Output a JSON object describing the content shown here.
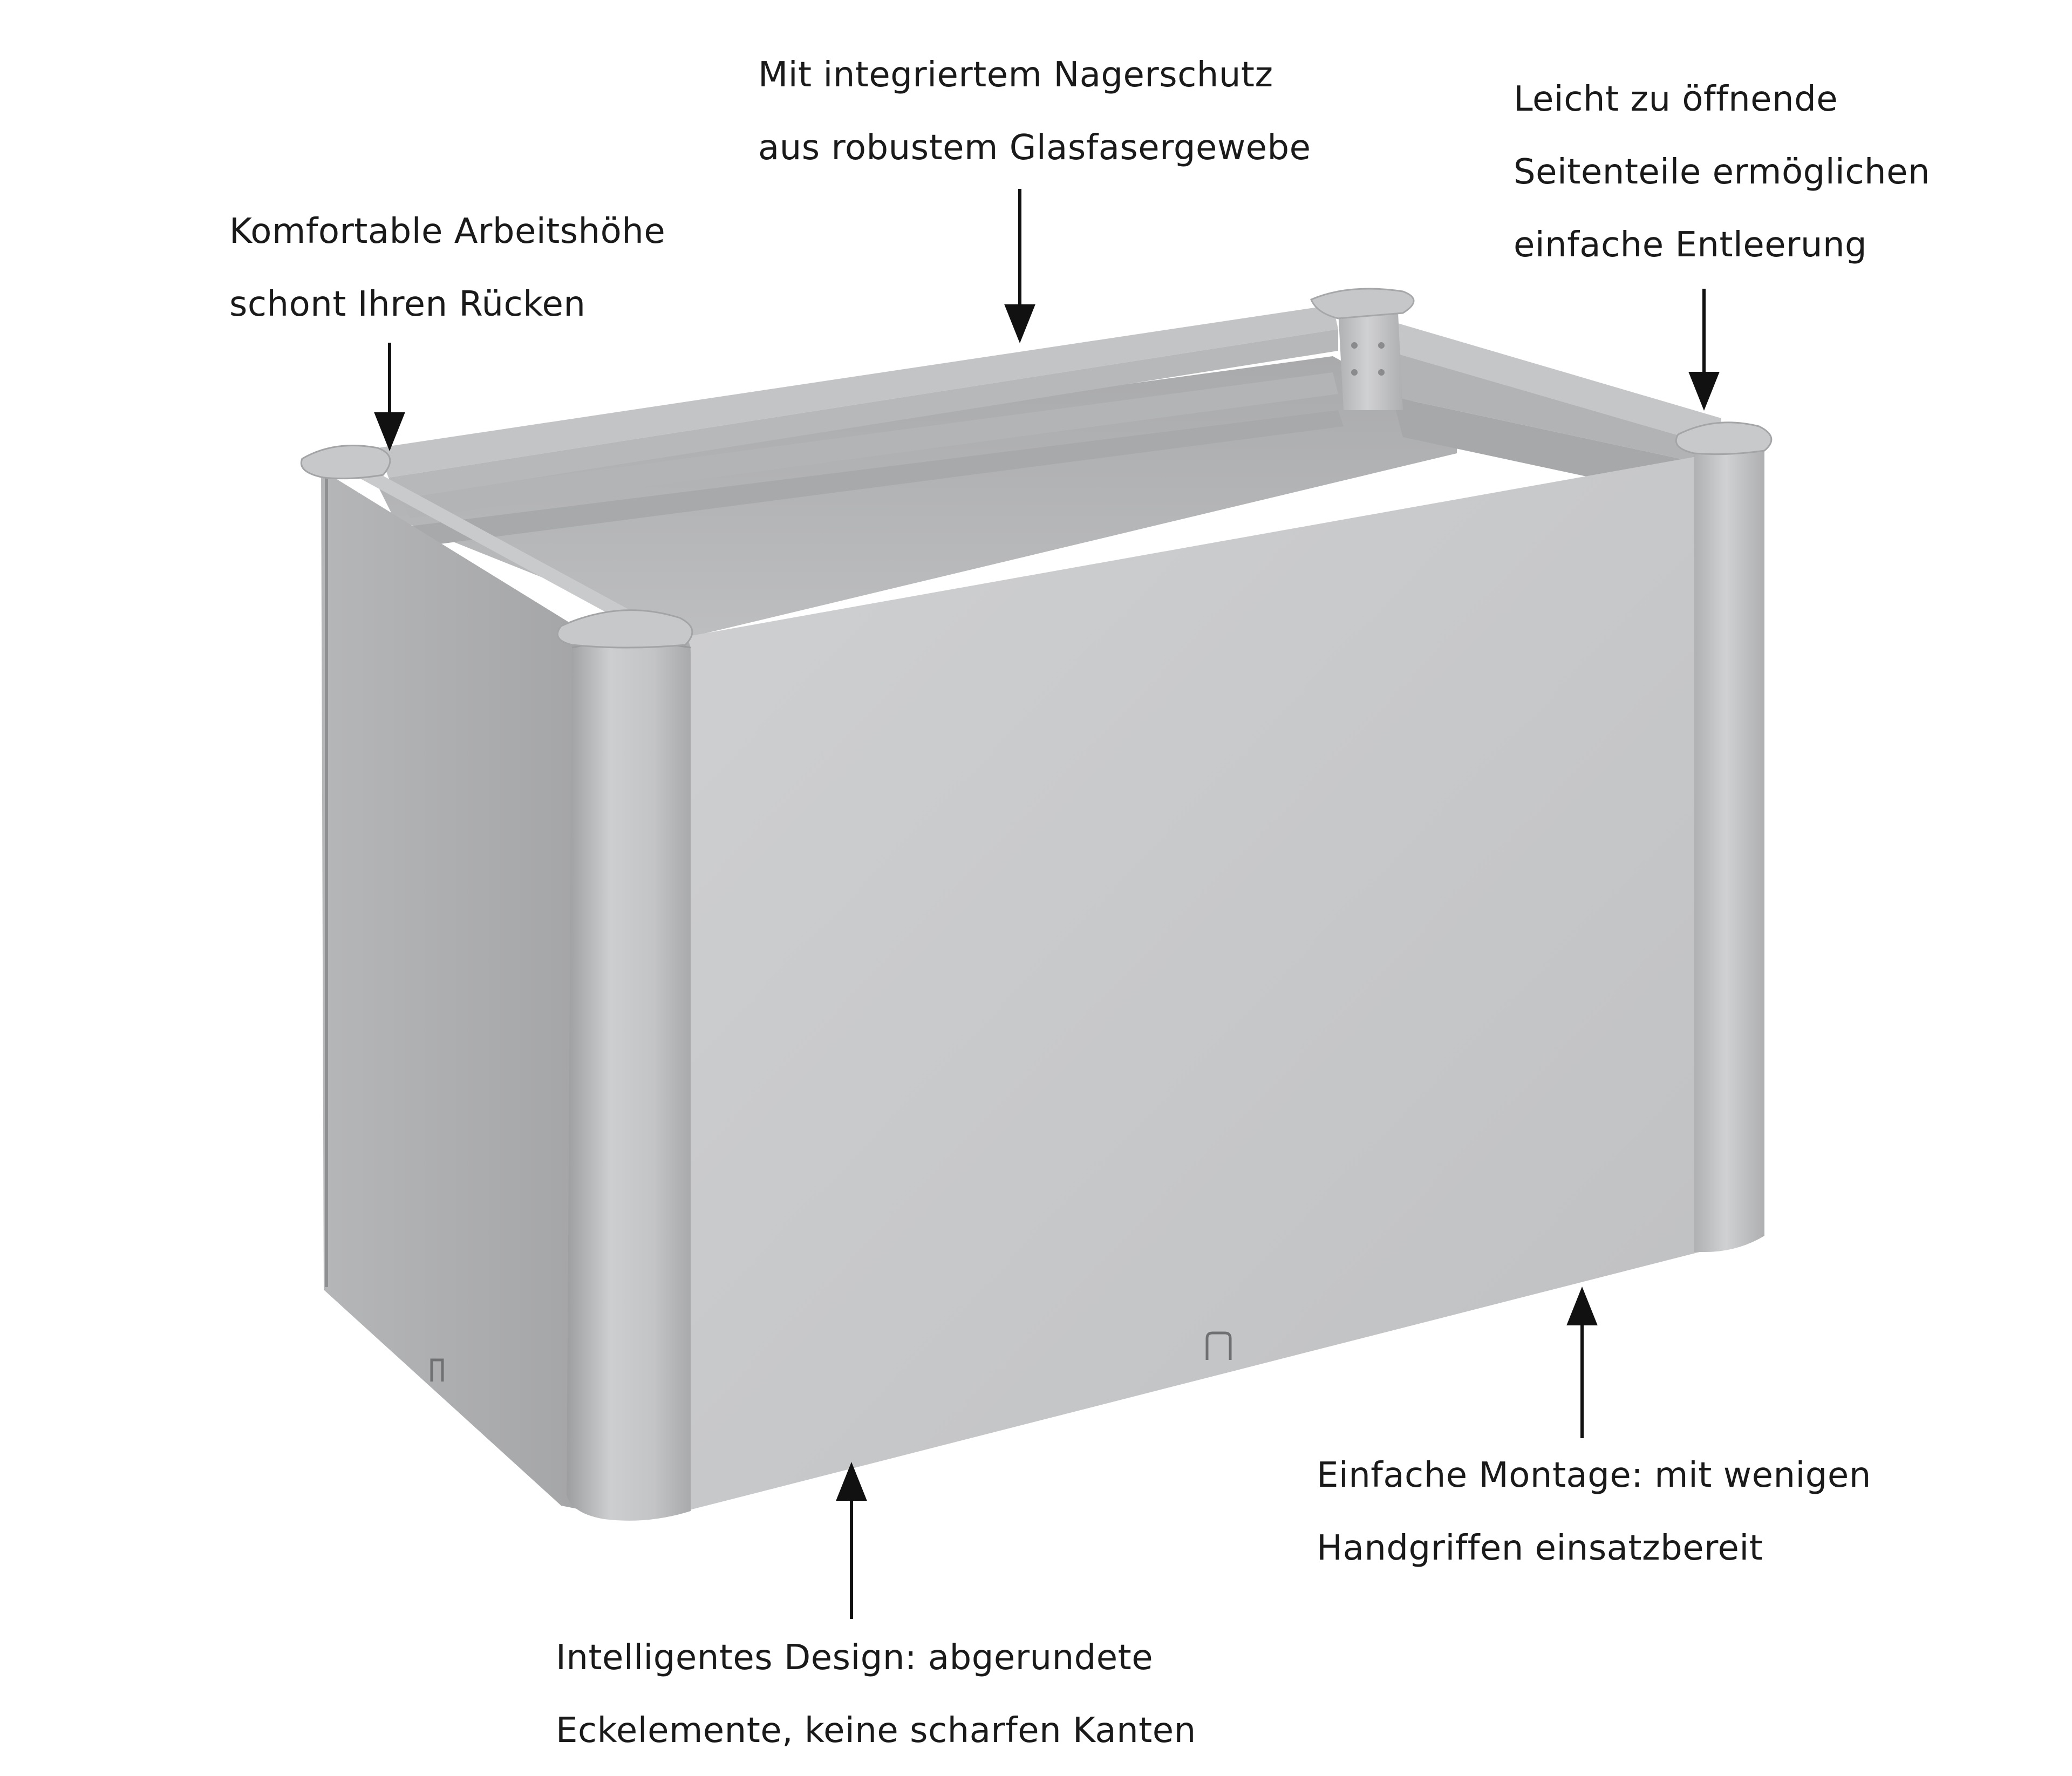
{
  "callouts": {
    "rodent_protection": {
      "line1": "Mit integriertem Nagerschutz",
      "line2": "aus robustem Glasfasergewebe"
    },
    "side_panels": {
      "line1": "Leicht zu öffnende",
      "line2": "Seitenteile ermöglichen",
      "line3": "einfache Entleerung"
    },
    "working_height": {
      "line1": "Komfortable Arbeitshöhe",
      "line2": "schont Ihren Rücken"
    },
    "assembly": {
      "line1": "Einfache Montage: mit wenigen",
      "line2": "Handgriffen einsatzbereit"
    },
    "design": {
      "line1": "Intelligentes Design: abgerundete",
      "line2": "Eckelemente, keine scharfen Kanten"
    }
  },
  "colors": {
    "text": "#1a1a1a",
    "arrow": "#111111",
    "front_panel": "#c6c7c9",
    "side_panel": "#aeafb1",
    "interior": "#b9babc",
    "rim": "#c9cacc",
    "corner_post": "#bfc0c2"
  }
}
